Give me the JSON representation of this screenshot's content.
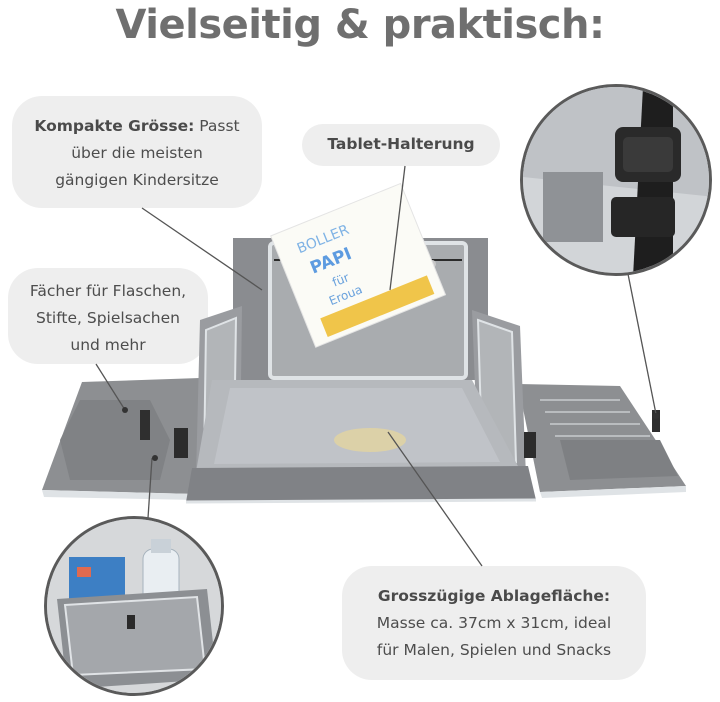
{
  "headline": "Vielseitig & praktisch:",
  "callouts": {
    "compact": {
      "title": "Kompakte Grösse:",
      "text_line1": " Passt",
      "text_line2": "über die meisten",
      "text_line3": "gängigen Kindersitze"
    },
    "tablet": {
      "title": "Tablet-Halterung"
    },
    "compartments": {
      "line1": "Fächer für Flaschen,",
      "line2": "Stifte, Spielsachen",
      "line3": "und mehr"
    },
    "surface": {
      "title": "Grosszügige Ablagefläche:",
      "line1": "Masse ca. 37cm x 31cm, ideal",
      "line2": "für Malen, Spielen und Snacks"
    }
  },
  "drawing_text": {
    "line1": "BOLLER",
    "line2": "PAPI",
    "line3": "für",
    "line4": "Eroua"
  },
  "colors": {
    "bag_gray": "#8e9093",
    "bag_dark": "#75777a",
    "trim": "#d9dde0",
    "bubble": "#eeeeee",
    "headline": "#6f6f6f"
  }
}
